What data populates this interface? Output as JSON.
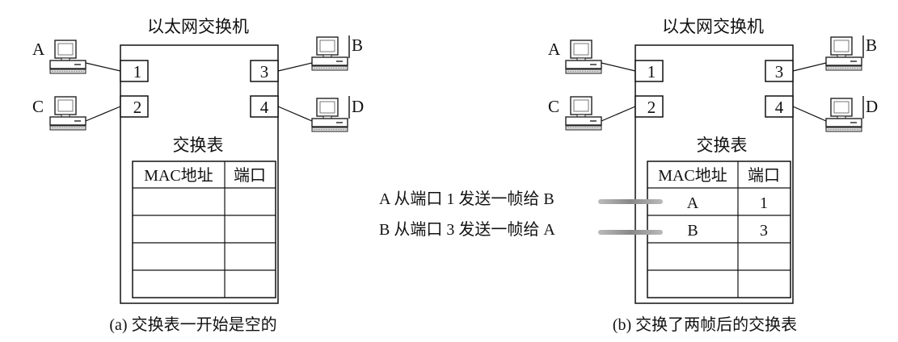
{
  "left": {
    "switch_title": "以太网交换机",
    "ports": [
      "1",
      "2",
      "3",
      "4"
    ],
    "hosts": [
      "A",
      "B",
      "C",
      "D"
    ],
    "table_title": "交换表",
    "table_headers": [
      "MAC地址",
      "端口"
    ],
    "rows": [
      [
        "",
        ""
      ],
      [
        "",
        ""
      ],
      [
        "",
        ""
      ],
      [
        "",
        ""
      ]
    ],
    "caption": "(a) 交换表一开始是空的"
  },
  "right": {
    "switch_title": "以太网交换机",
    "ports": [
      "1",
      "2",
      "3",
      "4"
    ],
    "hosts": [
      "A",
      "B",
      "C",
      "D"
    ],
    "table_title": "交换表",
    "table_headers": [
      "MAC地址",
      "端口"
    ],
    "rows": [
      [
        "A",
        "1"
      ],
      [
        "B",
        "3"
      ],
      [
        "",
        ""
      ],
      [
        "",
        ""
      ]
    ],
    "annotations": [
      "A 从端口 1 发送一帧给 B",
      "B 从端口 3 发送一帧给 A"
    ],
    "caption": "(b) 交换了两帧后的交换表"
  }
}
